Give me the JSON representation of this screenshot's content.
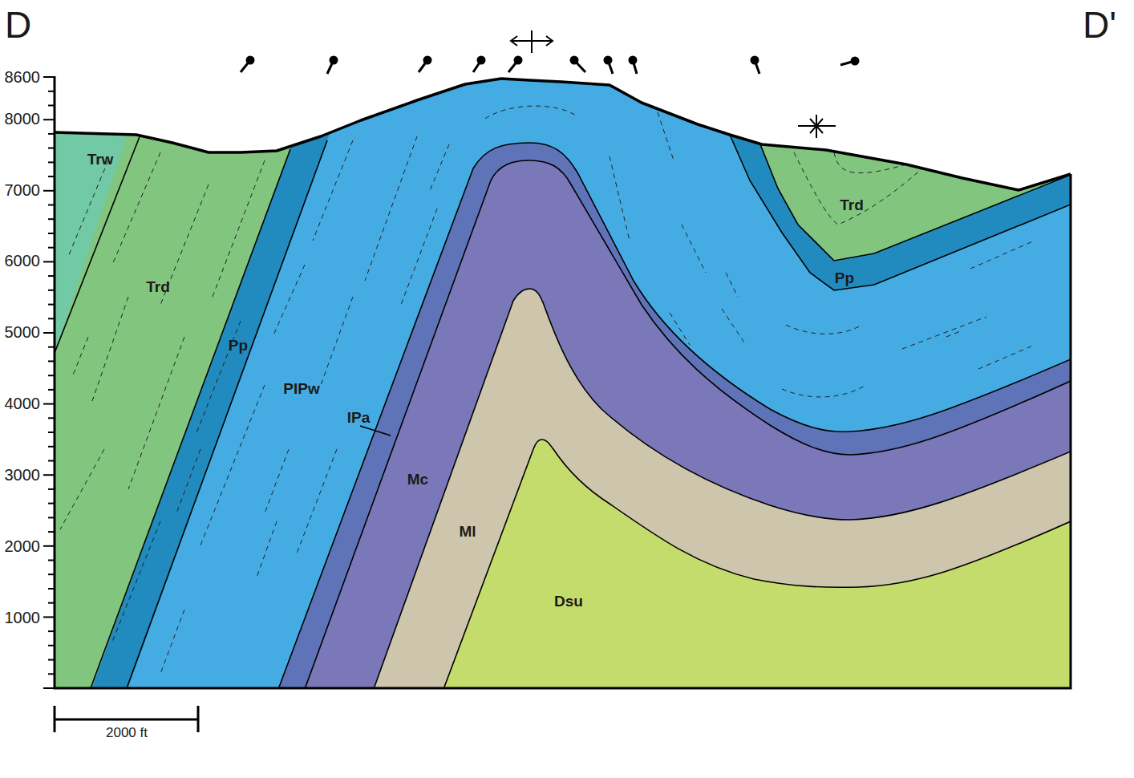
{
  "diagram": {
    "labels": [
      "D",
      "D'",
      "8600",
      "8000",
      "7000",
      "6000",
      "5000",
      "4000",
      "3000",
      "2000",
      "1000",
      "Trw",
      "Trd",
      "Pp",
      "PIPw",
      "IPa",
      "Mc",
      "Ml",
      "Dsu",
      "Trd",
      "Pp",
      "2000 ft"
    ]
  }
}
